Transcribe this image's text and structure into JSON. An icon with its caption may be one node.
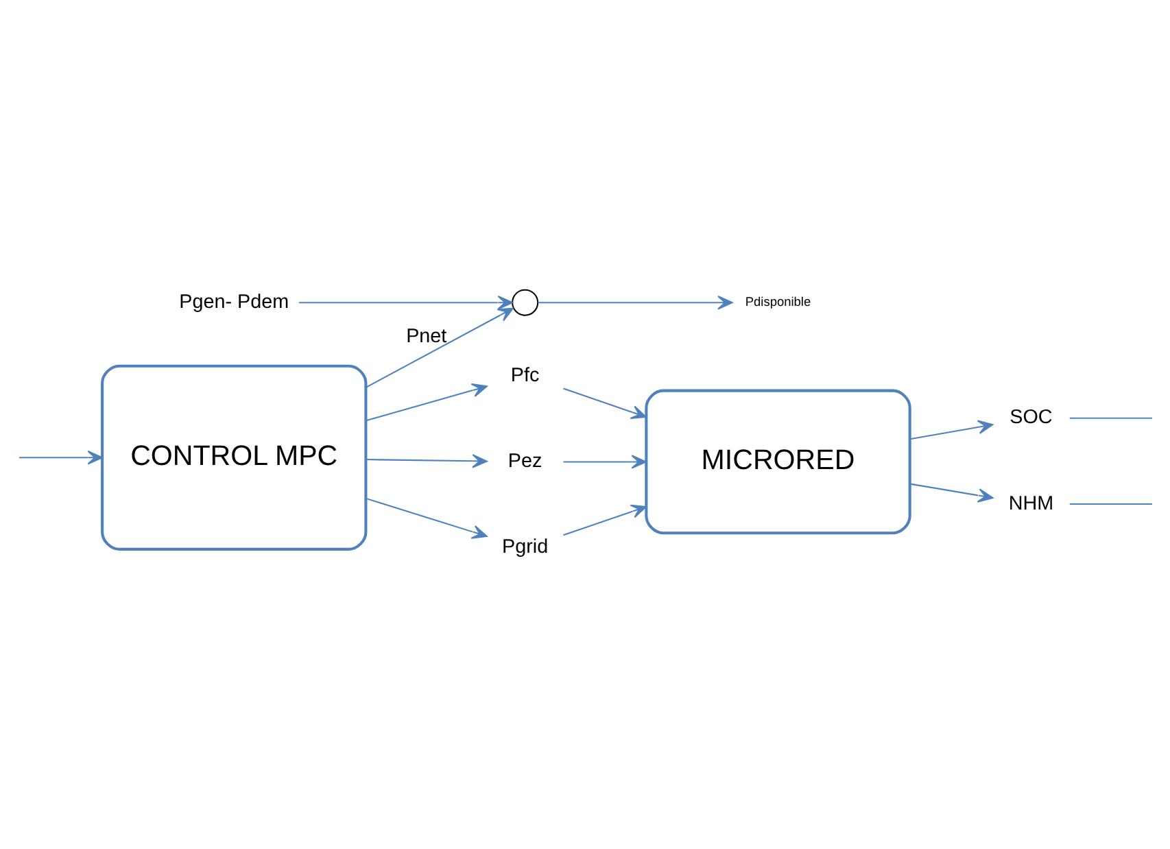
{
  "diagram": {
    "nodes": [
      {
        "text": [
          "MICRORED"
        ]
      },
      {
        "text": [
          "SOC"
        ]
      },
      {
        "text": [
          "NHM"
        ]
      },
      {
        "text": [
          "CONTROL MPC"
        ]
      },
      {
        "text": [
          "Pfc"
        ]
      },
      {
        "text": [
          "Pez"
        ]
      },
      {
        "text": [
          "Pgrid"
        ]
      },
      {
        "text": [],
        "shape": "circle"
      },
      {
        "text": [
          "Pdisponible"
        ]
      },
      {
        "text": [
          "Pgen- Pdem"
        ]
      }
    ],
    "edges": [
      {
        "from": 0,
        "to": 1,
        "arrow": "to"
      },
      {
        "from": 0,
        "to": 2,
        "arrow": "to"
      },
      {
        "from": 1,
        "to": null,
        "arrow": "none"
      },
      {
        "from": 2,
        "to": null,
        "arrow": "none"
      },
      {
        "from": null,
        "to": 3,
        "arrow": "to"
      },
      {
        "from": 3,
        "to": 4,
        "arrow": "to"
      },
      {
        "from": 3,
        "to": 5,
        "arrow": "to"
      },
      {
        "from": 3,
        "to": 6,
        "arrow": "to"
      },
      {
        "from": 4,
        "to": 0,
        "arrow": "to"
      },
      {
        "from": 5,
        "to": 0,
        "arrow": "to"
      },
      {
        "from": 6,
        "to": 0,
        "arrow": "to"
      },
      {
        "from": 3,
        "to": 7,
        "label": "Pnet",
        "arrow": "to"
      },
      {
        "from": 7,
        "to": 8,
        "arrow": "to"
      },
      {
        "from": 9,
        "to": 7,
        "arrow": "to"
      }
    ]
  }
}
